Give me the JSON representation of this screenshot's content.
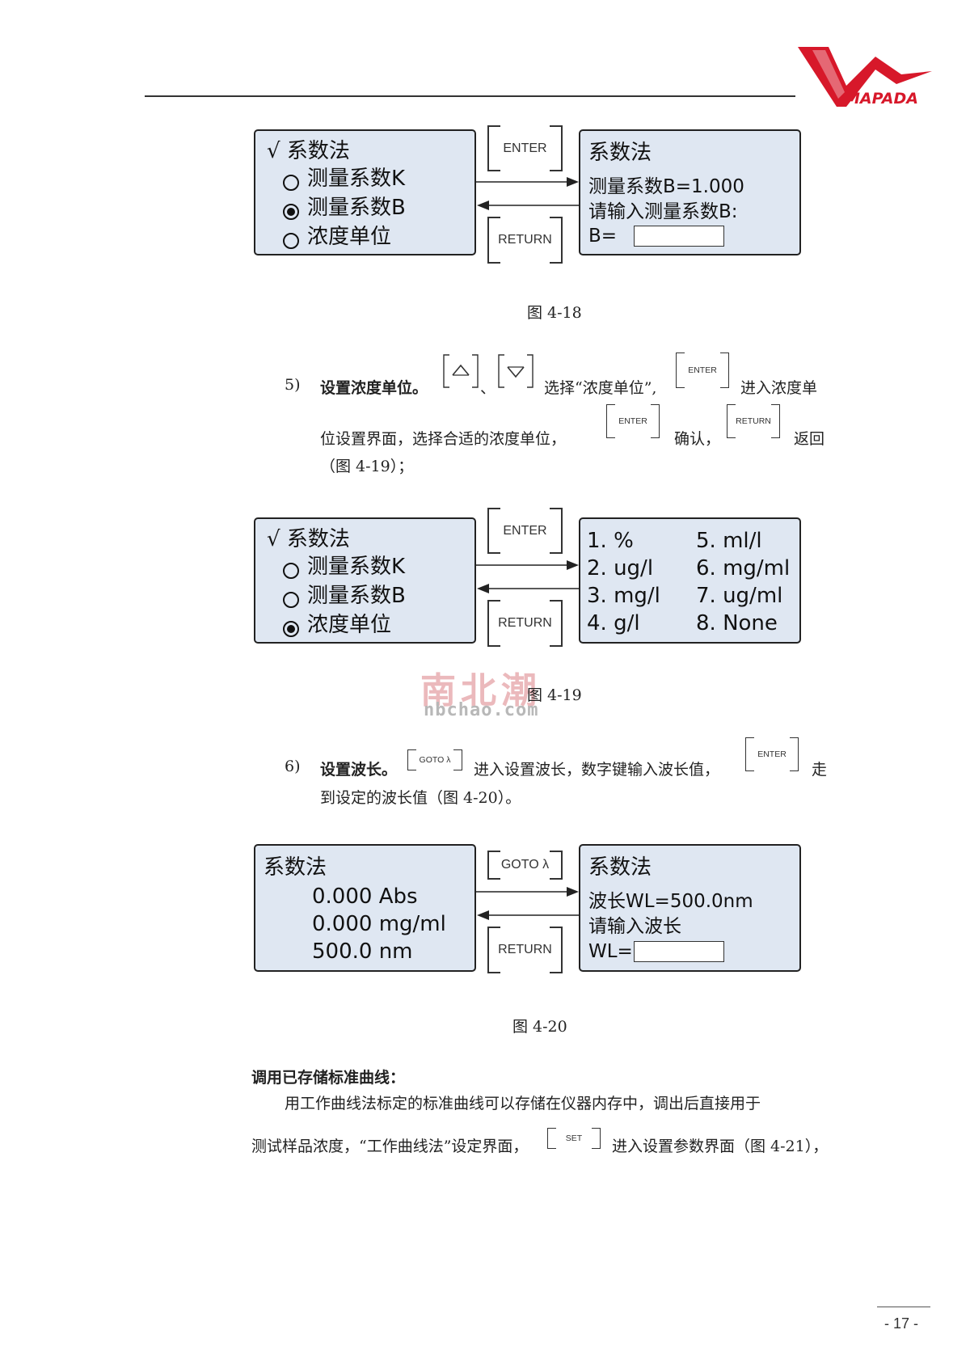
{
  "header": {
    "logo_text": "MAPADA",
    "brand_color": "#d7182a"
  },
  "fig18": {
    "left": {
      "title": "√ 系数法",
      "items": [
        "测量系数K",
        "测量系数B",
        "浓度单位"
      ],
      "selected_index": 1
    },
    "enter_key": "ENTER",
    "return_key": "RETURN",
    "right": {
      "title": "系数法",
      "line1": "测量系数B=1.000",
      "line2": "请输入测量系数B:",
      "line3": "B="
    },
    "caption": "图 4-18"
  },
  "step5": {
    "number": "5)",
    "title": "设置浓度单位。",
    "up_icon": "up-arrow-key",
    "down_icon": "down-arrow-key",
    "sep": "、",
    "text_a": "选择“浓度单位”,",
    "enter_key": "ENTER",
    "text_b": "进入浓度单",
    "text_c": "位设置界面，选择合适的浓度单位，",
    "text_d": "确认，",
    "return_key": "RETURN",
    "text_e": "返回",
    "text_f": "（图 4-19）；"
  },
  "fig19": {
    "left": {
      "title": "√ 系数法",
      "items": [
        "测量系数K",
        "测量系数B",
        "浓度单位"
      ],
      "selected_index": 2
    },
    "enter_key": "ENTER",
    "return_key": "RETURN",
    "right": {
      "col1": [
        "1. %",
        "2. ug/l",
        "3. mg/l",
        "4. g/l"
      ],
      "col2": [
        "5. ml/l",
        "6. mg/ml",
        "7. ug/ml",
        "8. None"
      ]
    },
    "caption": "图 4-19"
  },
  "watermark": {
    "cn": "南北潮",
    "en": "nbchao.com"
  },
  "step6": {
    "number": "6)",
    "title": "设置波长。",
    "goto_key": "GOTO λ",
    "text_a": "进入设置波长，数字键输入波长值，",
    "enter_key": "ENTER",
    "text_b": "走",
    "text_c": "到设定的波长值（图 4-20）。"
  },
  "fig20": {
    "left": {
      "title": "系数法",
      "line1": "0.000 Abs",
      "line2": "0.000 mg/ml",
      "line3": "500.0 nm"
    },
    "goto_key": "GOTO λ",
    "return_key": "RETURN",
    "right": {
      "title": "系数法",
      "line1": "波长WL=500.0nm",
      "line2": "请输入波长",
      "line3": "WL="
    },
    "caption": "图 4-20"
  },
  "section": {
    "heading": "调用已存储标准曲线：",
    "para1": "用工作曲线法标定的标准曲线可以存储在仪器内存中，调出后直接用于",
    "para2a": "测试样品浓度，“工作曲线法”设定界面，",
    "set_key": "SET",
    "para2b": "进入设置参数界面（图 4-21），"
  },
  "footer": {
    "page": "- 17 -"
  }
}
